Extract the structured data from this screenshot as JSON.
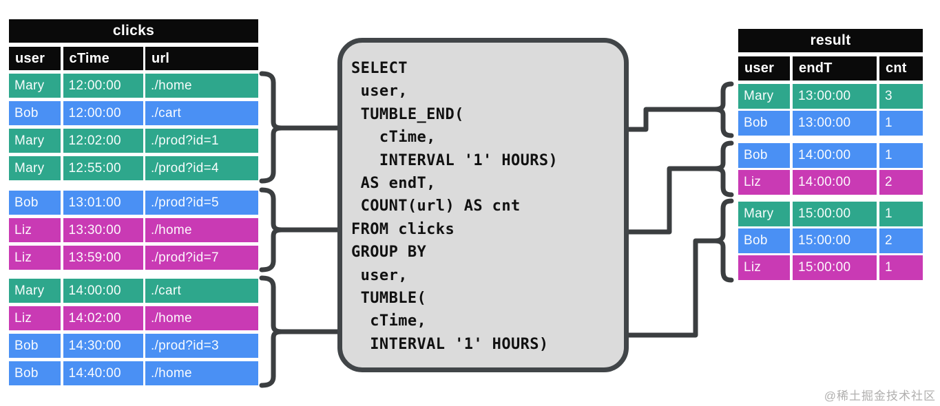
{
  "clicks_table": {
    "title": "clicks",
    "columns": [
      "user",
      "cTime",
      "url"
    ],
    "groups": [
      {
        "rows": [
          {
            "user": "Mary",
            "cTime": "12:00:00",
            "url": "./home",
            "color": "green"
          },
          {
            "user": "Bob",
            "cTime": "12:00:00",
            "url": "./cart",
            "color": "blue"
          },
          {
            "user": "Mary",
            "cTime": "12:02:00",
            "url": "./prod?id=1",
            "color": "green"
          },
          {
            "user": "Mary",
            "cTime": "12:55:00",
            "url": "./prod?id=4",
            "color": "green"
          }
        ]
      },
      {
        "rows": [
          {
            "user": "Bob",
            "cTime": "13:01:00",
            "url": "./prod?id=5",
            "color": "blue"
          },
          {
            "user": "Liz",
            "cTime": "13:30:00",
            "url": "./home",
            "color": "magenta"
          },
          {
            "user": "Liz",
            "cTime": "13:59:00",
            "url": "./prod?id=7",
            "color": "magenta"
          }
        ]
      },
      {
        "rows": [
          {
            "user": "Mary",
            "cTime": "14:00:00",
            "url": "./cart",
            "color": "green"
          },
          {
            "user": "Liz",
            "cTime": "14:02:00",
            "url": "./home",
            "color": "magenta"
          },
          {
            "user": "Bob",
            "cTime": "14:30:00",
            "url": "./prod?id=3",
            "color": "blue"
          },
          {
            "user": "Bob",
            "cTime": "14:40:00",
            "url": "./home",
            "color": "blue"
          }
        ]
      }
    ]
  },
  "sql": {
    "lines": [
      "SELECT",
      " user,",
      " TUMBLE_END(",
      "   cTime,",
      "   INTERVAL '1' HOURS)",
      " AS endT,",
      " COUNT(url) AS cnt",
      "FROM clicks",
      "GROUP BY",
      " user,",
      " TUMBLE(",
      "  cTime,",
      "  INTERVAL '1' HOURS)"
    ]
  },
  "result_table": {
    "title": "result",
    "columns": [
      "user",
      "endT",
      "cnt"
    ],
    "groups": [
      {
        "rows": [
          {
            "user": "Mary",
            "endT": "13:00:00",
            "cnt": "3",
            "color": "green"
          },
          {
            "user": "Bob",
            "endT": "13:00:00",
            "cnt": "1",
            "color": "blue"
          }
        ]
      },
      {
        "rows": [
          {
            "user": "Bob",
            "endT": "14:00:00",
            "cnt": "1",
            "color": "blue"
          },
          {
            "user": "Liz",
            "endT": "14:00:00",
            "cnt": "2",
            "color": "magenta"
          }
        ]
      },
      {
        "rows": [
          {
            "user": "Mary",
            "endT": "15:00:00",
            "cnt": "1",
            "color": "green"
          },
          {
            "user": "Bob",
            "endT": "15:00:00",
            "cnt": "2",
            "color": "blue"
          },
          {
            "user": "Liz",
            "endT": "15:00:00",
            "cnt": "1",
            "color": "magenta"
          }
        ]
      }
    ]
  },
  "colors": {
    "green": "#2EA78C",
    "blue": "#4A90F4",
    "magenta": "#C93AB4",
    "header_bg": "#0A0A0A",
    "box_fill": "#DBDBDB",
    "box_border": "#414548",
    "connector": "#3B3E40"
  },
  "watermark": "@稀土掘金技术社区"
}
